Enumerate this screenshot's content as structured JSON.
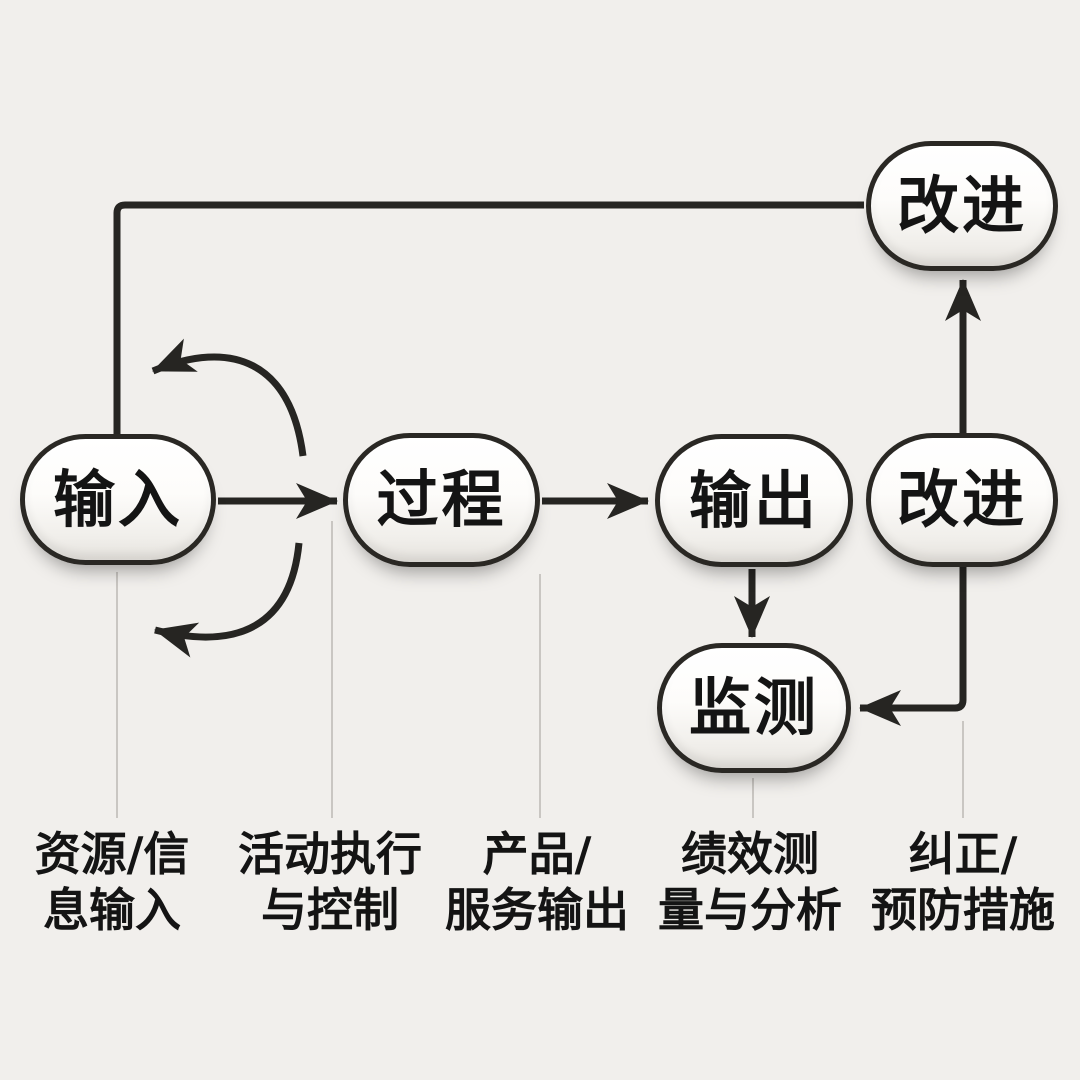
{
  "nodes": {
    "input": "输入",
    "process": "过程",
    "output": "输出",
    "monitor": "监测",
    "improve_right": "改进",
    "improve_top": "改进"
  },
  "captions": [
    {
      "line1": "资源/信",
      "line2": "息输入"
    },
    {
      "line1": "活动执行",
      "line2": "与控制"
    },
    {
      "line1": "产品/",
      "line2": "服务输出"
    },
    {
      "line1": "绩效测",
      "line2": "量与分析"
    },
    {
      "line1": "纠正/",
      "line2": "预防措施"
    }
  ],
  "colors": {
    "background": "#f1efec",
    "line": "#262522",
    "node-border": "#2a2824",
    "node-fill-top": "#ffffff",
    "node-fill-bottom": "#e5e2dd",
    "leader": "#c9c6c2",
    "text": "#141414"
  }
}
